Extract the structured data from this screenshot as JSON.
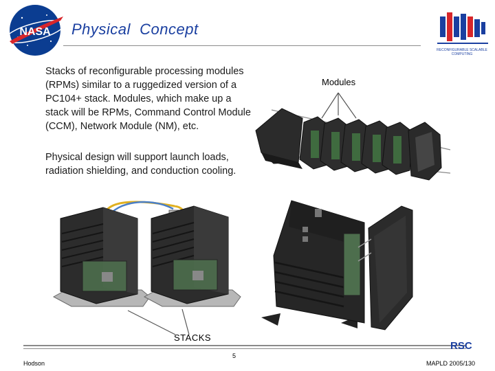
{
  "slide": {
    "title": "Physical  Concept",
    "paragraph_1": "Stacks of reconfigurable processing modules (RPMs) similar to a ruggedized version of a PC104+ stack. Modules, which make up a stack will be RPMs, Command Control Module (CCM), Network Module (NM), etc.",
    "paragraph_2": "Physical design will support launch loads, radiation shielding, and conduction cooling.",
    "modules_label": "Modules",
    "stacks_label": "STACKS"
  },
  "logos": {
    "nasa_text": "NASA",
    "rcs_caption": "RECONFIGURABLE SCALABLE COMPUTING",
    "rsc_text": "RSC"
  },
  "footer": {
    "page_number": "5",
    "author": "Hodson",
    "event": "MAPLD 2005/130"
  },
  "colors": {
    "title": "#1a3fa0",
    "nasa_blue": "#0b3d91",
    "nasa_red": "#d7262b",
    "rule": "#8a8a8a"
  }
}
